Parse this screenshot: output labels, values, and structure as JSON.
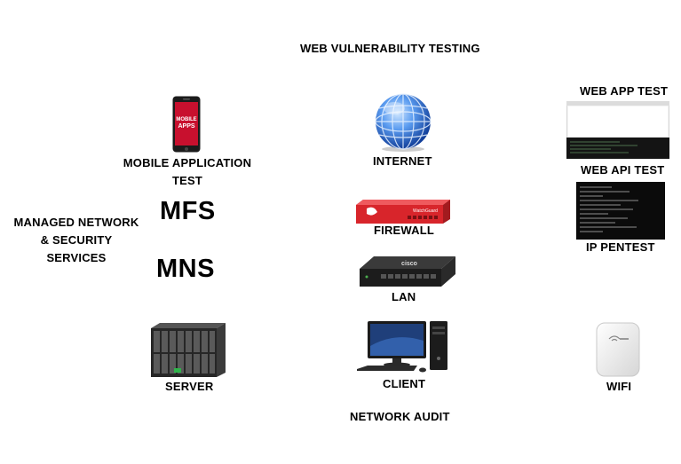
{
  "labels": {
    "top": "WEB VULNERABILITY TESTING",
    "bottom": "NETWORK AUDIT",
    "web_app": "WEB APP TEST",
    "web_api": "WEB API TEST",
    "ip_pentest": "IP PENTEST",
    "mobile_1": "MOBILE APPLICATION",
    "mobile_2": "TEST",
    "internet": "INTERNET",
    "managed_1": "MANAGED NETWORK",
    "managed_2": "& SECURITY",
    "managed_3": "SERVICES",
    "mfs": "MFS",
    "mns": "MNS",
    "firewall": "FIREWALL",
    "lan": "LAN",
    "server": "SERVER",
    "client": "CLIENT",
    "wifi": "WIFI"
  },
  "phone_screen": {
    "line1": "MOBILE",
    "line2": "APPS"
  },
  "switch_brand": "cisco",
  "firewall_brand": "WatchGuard",
  "colors": {
    "firewall_red": "#d8252b",
    "phone_red": "#c8102e",
    "globe_blue": "#2a6fd1"
  }
}
